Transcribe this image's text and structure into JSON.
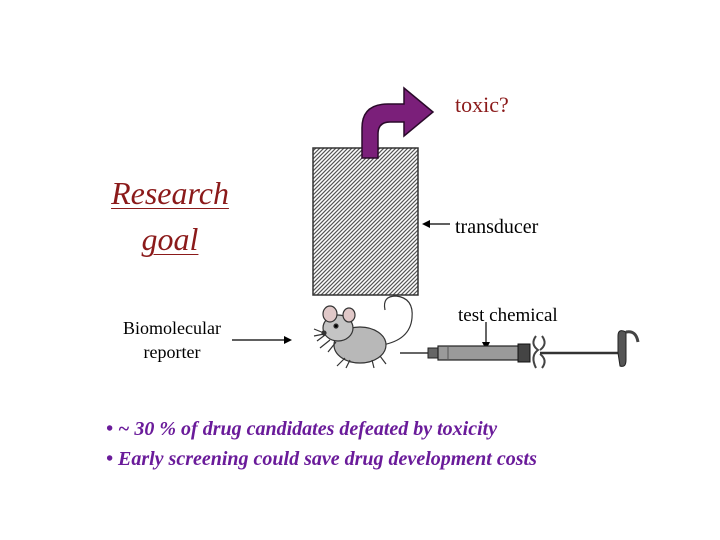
{
  "diagram": {
    "title": {
      "line1": "Research",
      "line2": "goal"
    },
    "labels": {
      "toxic": "toxic?",
      "transducer": "transducer",
      "test_chemical": "test chemical",
      "reporter_line1": "Biomolecular",
      "reporter_line2": "reporter"
    },
    "bullets": [
      "• ~ 30 % of drug candidates defeated by toxicity",
      "• Early screening could save drug development costs"
    ],
    "colors": {
      "title": "#8B1A1A",
      "toxic_label": "#8B1A1A",
      "bullet_text": "#6A1B9A",
      "curved_arrow": "#7B1F7A",
      "transducer_fill": "#8a8a8a"
    },
    "icons": [
      "curved-arrow-icon",
      "mouse-icon",
      "syringe-icon"
    ]
  }
}
